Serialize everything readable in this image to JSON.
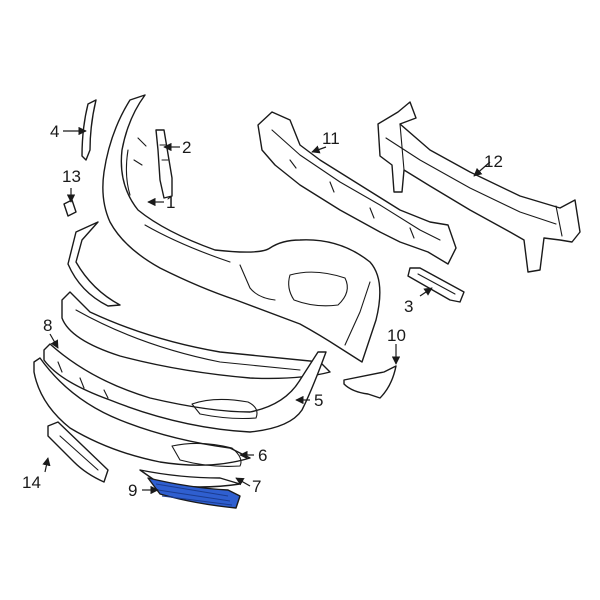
{
  "highlight_color": "#2f5fd0",
  "line_color": "#1a1a1a",
  "background_color": "#ffffff",
  "callouts": {
    "c1": "1",
    "c2": "2",
    "c3": "3",
    "c4": "4",
    "c5": "5",
    "c6": "6",
    "c7": "7",
    "c8": "8",
    "c9": "9",
    "c10": "10",
    "c11": "11",
    "c12": "12",
    "c13": "13",
    "c14": "14"
  },
  "highlighted_part": "9"
}
